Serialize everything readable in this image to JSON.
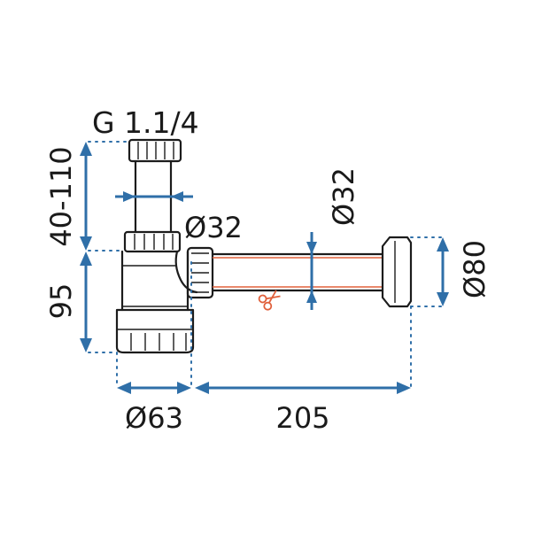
{
  "labels": {
    "thread": "G 1.1/4",
    "height_adjust": "40-110",
    "body_height": "95",
    "pipe_dia_horizontal": "Ø32",
    "pipe_dia_vertical": "Ø32",
    "rosette_dia": "Ø80",
    "body_dia": "Ø63",
    "length": "205"
  },
  "colors": {
    "dimension": "#2f6fa8",
    "cut_line": "#e0603c",
    "outline": "#1c1c1c"
  },
  "icons": {
    "cut_marker": "scissors-icon"
  }
}
